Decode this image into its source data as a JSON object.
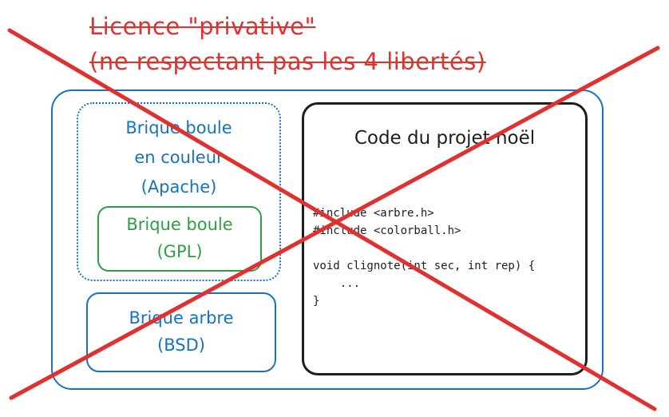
{
  "title": {
    "line1": "Licence \"privative\"",
    "line2": "(ne respectant pas les 4 libertés)"
  },
  "bricks": {
    "apache": {
      "text": "Brique boule\nen couleur\n(Apache)"
    },
    "gpl": {
      "text": "Brique boule\n(GPL)"
    },
    "bsd": {
      "text": "Brique arbre\n(BSD)"
    }
  },
  "code": {
    "title": "Code du projet noël",
    "lines": "#include <arbre.h>\n#include <colorball.h>\n\nvoid clignote(int sec, int rep) {\n    ...\n}"
  },
  "colors": {
    "title_red": "#e03131",
    "cross_red": "#e03131",
    "blue": "#1971c2",
    "green": "#2f9e44",
    "dark": "#1e1e1e"
  }
}
